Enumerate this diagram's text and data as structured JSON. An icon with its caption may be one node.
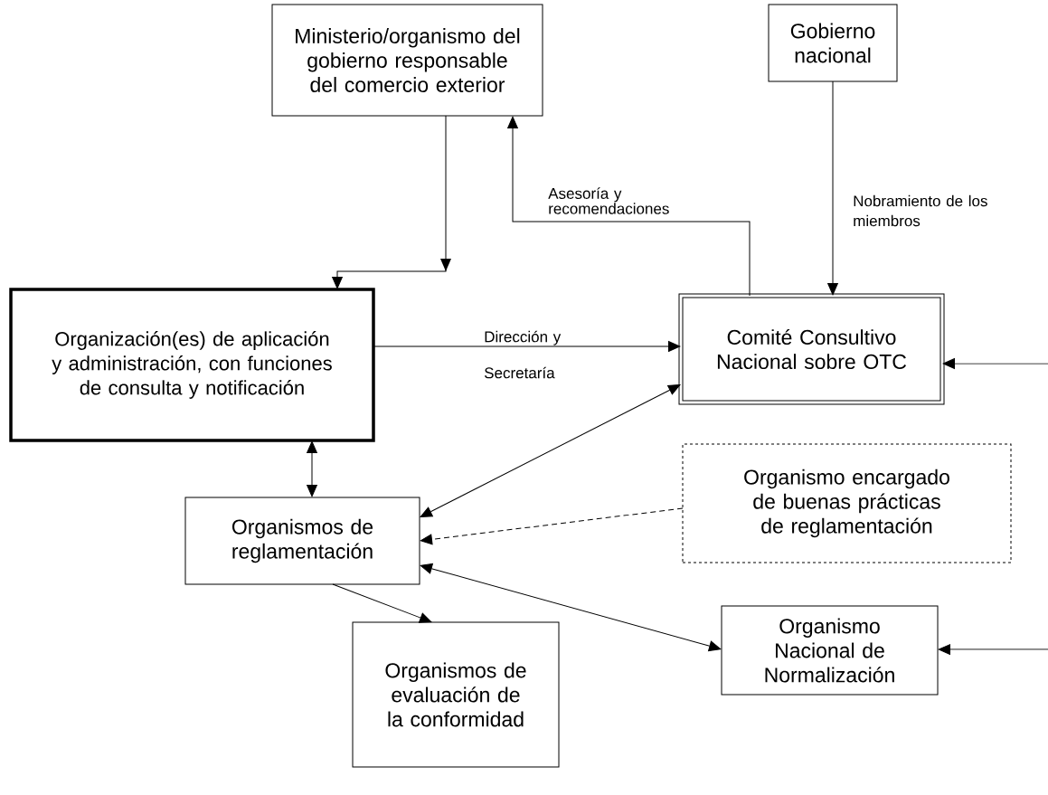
{
  "diagram": {
    "nodes": [
      {
        "text": [
          "Ministerio/organismo del gobierno responsable del comercio exterior"
        ]
      },
      {
        "text": [
          "Gobierno nacional"
        ]
      },
      {
        "text": [
          "Organización(es) de aplicación y administración, con funciones de consulta y notificación"
        ]
      },
      {
        "text": [
          "Comité Consultivo Nacional sobre OTC"
        ]
      },
      {
        "text": [
          "Organismos de reglamentación"
        ]
      },
      {
        "text": [
          "Organismo encargado de buenas prácticas de reglamentación"
        ]
      },
      {
        "text": [
          "Organismos de evaluación de la conformidad"
        ]
      },
      {
        "text": [
          "Organismo Nacional de Normalización"
        ]
      }
    ],
    "edges": [
      {
        "from": 0,
        "to": 2,
        "arrow": "to"
      },
      {
        "from": 3,
        "to": 0,
        "arrow": "to",
        "label": "Asesoría y recomendaciones"
      },
      {
        "from": 1,
        "to": 3,
        "arrow": "to",
        "label": "Nobramiento de los miembros"
      },
      {
        "from": 2,
        "to": 3,
        "arrow": "to",
        "label": "Dirección y Secretaría"
      },
      {
        "from": 4,
        "to": 3,
        "arrow": "both"
      },
      {
        "from": 2,
        "to": 4,
        "arrow": "both"
      },
      {
        "from": 5,
        "to": 4,
        "arrow": "to",
        "style": "dashed"
      },
      {
        "from": 4,
        "to": 7,
        "arrow": "both"
      },
      {
        "from": 4,
        "to": 6,
        "arrow": "to"
      },
      {
        "from": null,
        "to": 3,
        "arrow": "to"
      },
      {
        "from": null,
        "to": 7,
        "arrow": "to"
      }
    ]
  }
}
